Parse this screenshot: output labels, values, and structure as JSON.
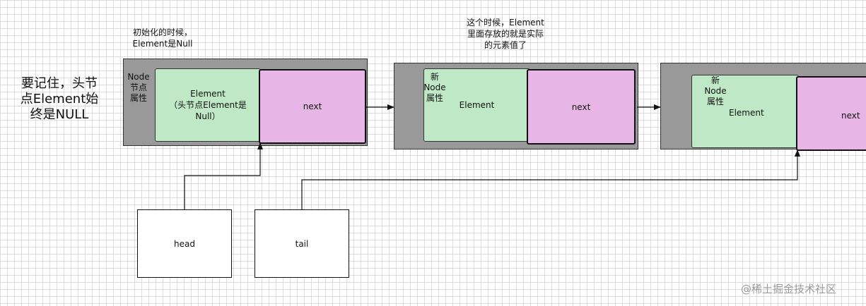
{
  "side_note": "要记住，头节\n点Element始\n终是NULL",
  "top_notes": {
    "init": "初始化的时候，\nElement是Null",
    "element_value": "这个时候，Element\n里面存放的就是实际\n的元素值了"
  },
  "nodes": [
    {
      "label": "Node\n节点\n属性",
      "element": "Element\n（头节点Element是\nNull）",
      "next": "next"
    },
    {
      "label": "新\nNode\n属性",
      "element": "Element",
      "next": "next"
    },
    {
      "label": "新\nNode\n属性",
      "element": "Element",
      "next": "next"
    }
  ],
  "pointers": {
    "head": "head",
    "tail": "tail"
  },
  "watermark": "@稀土掘金技术社区",
  "colors": {
    "node_fill": "#999999",
    "element_fill": "#bfe8c6",
    "next_fill": "#e8b6e6",
    "grid": "#dcdcdc"
  }
}
